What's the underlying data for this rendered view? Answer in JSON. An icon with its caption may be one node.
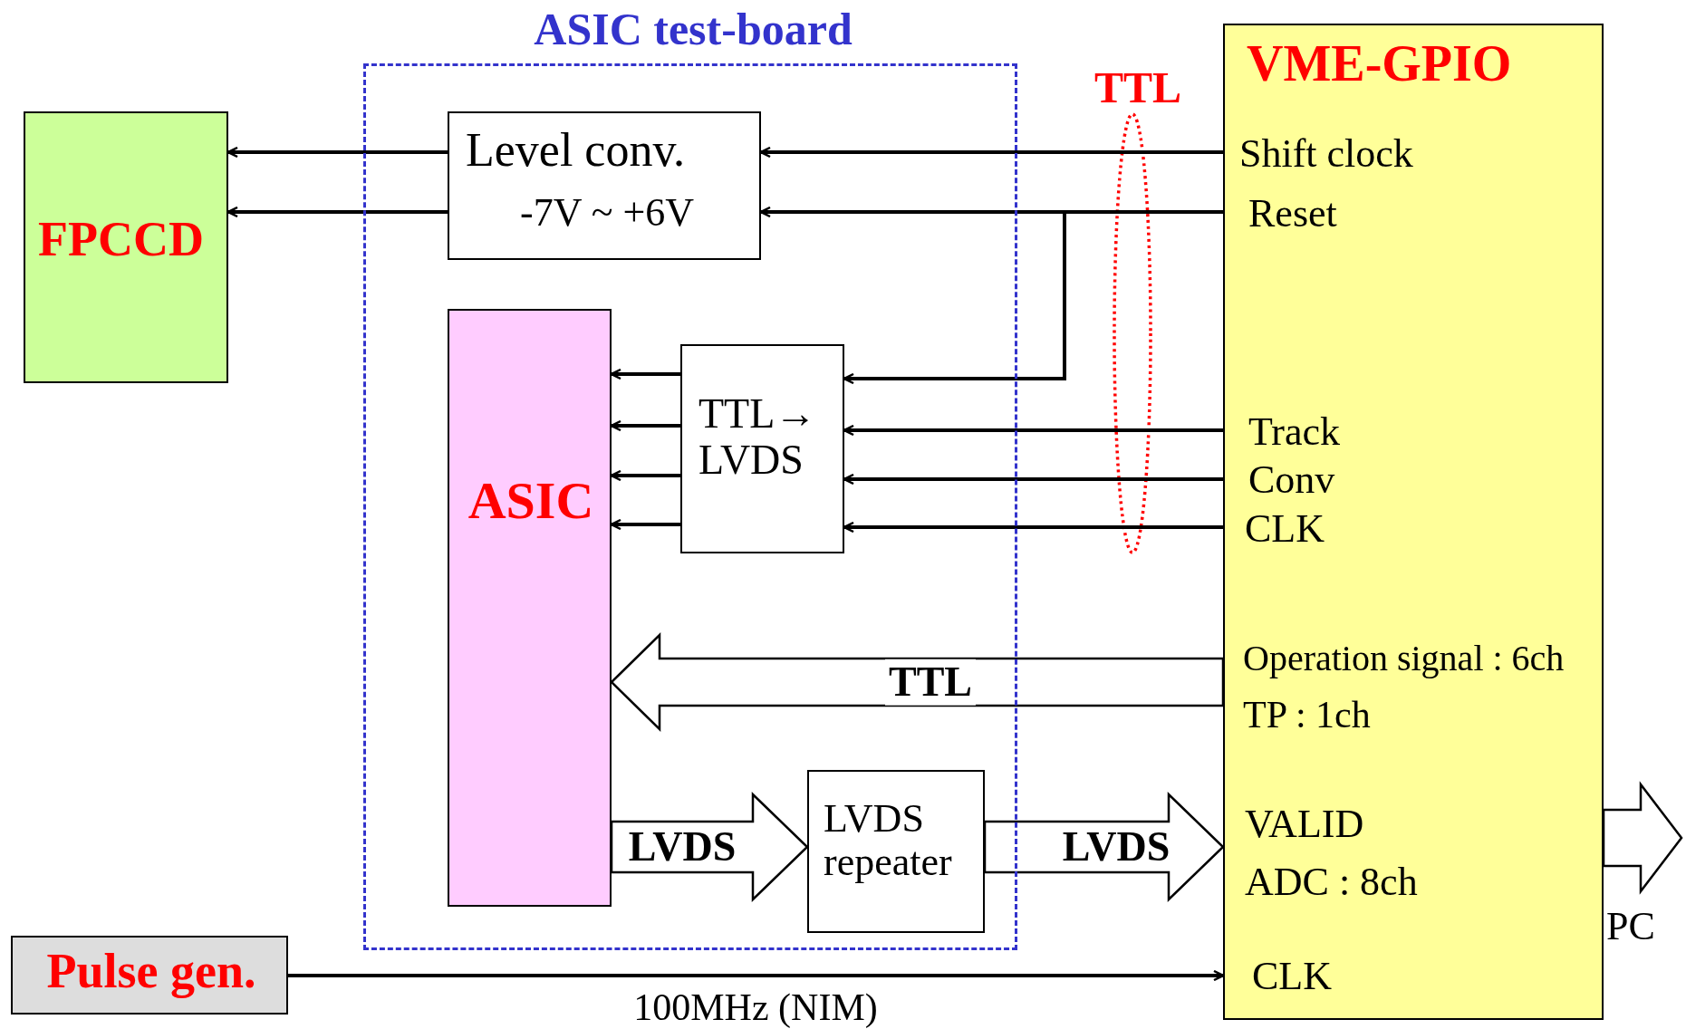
{
  "diagram": {
    "nodes": [
      {
        "text": [
          "ASIC test-board"
        ]
      },
      {
        "text": [
          "Level conv.",
          "-7V ~ +6V"
        ],
        "in": 0
      },
      {
        "text": [
          "ASIC"
        ],
        "in": 0
      },
      {
        "text": [
          "TTL→ LVDS"
        ],
        "in": 0
      },
      {
        "text": [
          "LVDS repeater"
        ],
        "in": 0
      },
      {
        "text": [
          "FPCCD"
        ]
      },
      {
        "text": [
          "VME-GPIO",
          "Shift clock",
          "Reset",
          "Track",
          "Conv",
          "CLK",
          "Operation signal : 6ch",
          "TP : 1ch",
          "VALID",
          "ADC : 8ch",
          "CLK"
        ]
      },
      {
        "text": [
          "Pulse gen."
        ]
      }
    ],
    "edges": [
      {
        "from": 1,
        "to": 5,
        "arrow": "to"
      },
      {
        "from": 1,
        "to": 5,
        "arrow": "to"
      },
      {
        "from": 6,
        "to": 1,
        "arrow": "to"
      },
      {
        "from": 6,
        "to": 1,
        "arrow": "to"
      },
      {
        "from": 6,
        "to": 3,
        "arrow": "to"
      },
      {
        "from": 6,
        "to": 3,
        "arrow": "to"
      },
      {
        "from": 6,
        "to": 3,
        "arrow": "to"
      },
      {
        "from": 6,
        "to": 3,
        "arrow": "to"
      },
      {
        "from": 3,
        "to": 2,
        "arrow": "to"
      },
      {
        "from": 3,
        "to": 2,
        "arrow": "to"
      },
      {
        "from": 3,
        "to": 2,
        "arrow": "to"
      },
      {
        "from": 3,
        "to": 2,
        "arrow": "to"
      },
      {
        "from": 6,
        "to": 2,
        "arrow": "to",
        "label": "TTL",
        "style": "thick"
      },
      {
        "from": 2,
        "to": 4,
        "arrow": "to",
        "label": "LVDS",
        "style": "thick"
      },
      {
        "from": 4,
        "to": 6,
        "arrow": "to",
        "label": "LVDS",
        "style": "thick"
      },
      {
        "from": 6,
        "to": null,
        "arrow": "to",
        "style": "thick"
      },
      {
        "from": 7,
        "to": 6,
        "arrow": "to",
        "label": "100MHz (NIM)"
      }
    ],
    "labels": [
      "TTL",
      "PC"
    ]
  }
}
